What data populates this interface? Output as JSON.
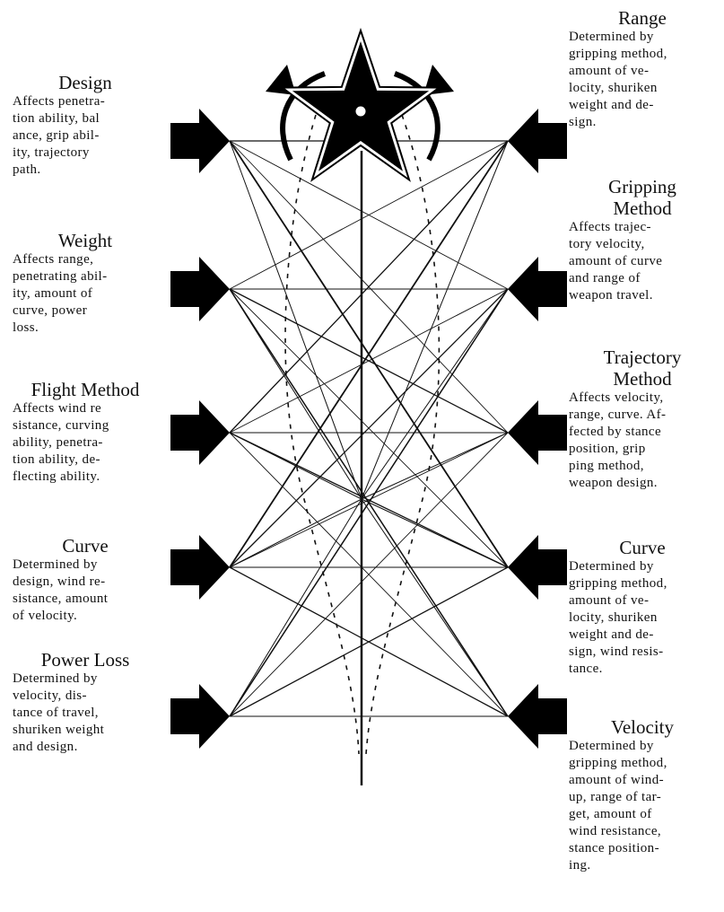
{
  "diagram": {
    "star_icon": "shuriken-star",
    "arrow_icon": "block-arrow",
    "left_factors": [
      {
        "title": "Design",
        "lines": [
          "Affects penetra-",
          "tion ability, bal",
          "ance, grip abil-",
          "ity, trajectory",
          "path."
        ]
      },
      {
        "title": "Weight",
        "lines": [
          "Affects range,",
          "penetrating abil-",
          "ity, amount of",
          "curve, power",
          "loss."
        ]
      },
      {
        "title": "Flight Method",
        "lines": [
          "Affects wind re",
          "sistance, curving",
          "ability, penetra-",
          "tion ability, de-",
          "flecting ability."
        ]
      },
      {
        "title": "Curve",
        "lines": [
          "Determined by",
          "design, wind re-",
          "sistance, amount",
          "of velocity."
        ]
      },
      {
        "title": "Power Loss",
        "lines": [
          "Determined by",
          "velocity, dis-",
          "tance of travel,",
          "shuriken weight",
          "and design."
        ]
      }
    ],
    "right_factors": [
      {
        "title": "Range",
        "lines": [
          "Determined by",
          "gripping method,",
          "amount of ve-",
          "locity, shuriken",
          "weight and de-",
          "sign."
        ]
      },
      {
        "title": "Gripping Method",
        "title_lines": [
          "Gripping",
          "Method"
        ],
        "lines": [
          "Affects trajec-",
          "tory velocity,",
          "amount of curve",
          "and range of",
          "weapon travel."
        ]
      },
      {
        "title": "Trajectory Method",
        "title_lines": [
          "Trajectory",
          "Method"
        ],
        "lines": [
          "Affects velocity,",
          "range, curve. Af-",
          "fected by stance",
          "position, grip",
          "ping method,",
          "weapon design."
        ]
      },
      {
        "title": "Curve",
        "lines": [
          "Determined by",
          "gripping method,",
          "amount of ve-",
          "locity, shuriken",
          "weight and de-",
          "sign, wind resis-",
          "tance."
        ]
      },
      {
        "title": "Velocity",
        "lines": [
          "Determined by",
          "gripping method,",
          "amount of wind-",
          "up, range of tar-",
          "get, amount of",
          "wind resistance,",
          "stance position-",
          "ing."
        ]
      }
    ]
  }
}
